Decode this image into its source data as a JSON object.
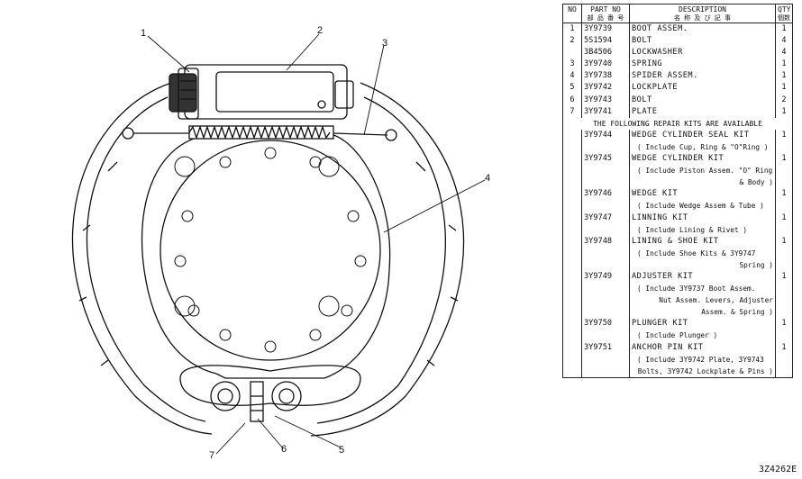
{
  "callouts": [
    "1",
    "2",
    "3",
    "4",
    "5",
    "6",
    "7"
  ],
  "table": {
    "header": {
      "no": "NO",
      "part_no": "PART NO",
      "part_no_sub": "部 品 番 号",
      "description": "DESCRIPTION",
      "description_sub": "名 称 及 び 記 事",
      "qty": "QTY",
      "qty_sub": "個数"
    },
    "parts": [
      {
        "no": "1",
        "part_no": "3Y9739",
        "desc": "BOOT ASSEM.",
        "qty": "1"
      },
      {
        "no": "2",
        "part_no": "5S1594",
        "desc": "BOLT",
        "qty": "4"
      },
      {
        "no": "",
        "part_no": "3B4506",
        "desc": "LOCKWASHER",
        "qty": "4"
      },
      {
        "no": "3",
        "part_no": "3Y9740",
        "desc": "SPRING",
        "qty": "1"
      },
      {
        "no": "4",
        "part_no": "3Y9738",
        "desc": "SPIDER ASSEM.",
        "qty": "1"
      },
      {
        "no": "5",
        "part_no": "3Y9742",
        "desc": "LOCKPLATE",
        "qty": "1"
      },
      {
        "no": "6",
        "part_no": "3Y9743",
        "desc": "BOLT",
        "qty": "2"
      },
      {
        "no": "7",
        "part_no": "3Y9741",
        "desc": "PLATE",
        "qty": "1"
      }
    ],
    "kits_banner": "THE FOLLOWING REPAIR KITS ARE AVAILABLE",
    "kits": [
      {
        "part_no": "3Y9744",
        "desc": "WEDGE CYLINDER SEAL KIT",
        "qty": "1",
        "notes": [
          "( Include Cup, Ring & \"O\"Ring )"
        ]
      },
      {
        "part_no": "3Y9745",
        "desc": "WEDGE CYLINDER KIT",
        "qty": "1",
        "notes": [
          "( Include Piston Assem. \"O\" Ring",
          "& Body )"
        ]
      },
      {
        "part_no": "3Y9746",
        "desc": "WEDGE KIT",
        "qty": "1",
        "notes": [
          "( Include Wedge Assem & Tube )"
        ]
      },
      {
        "part_no": "3Y9747",
        "desc": "LINNING KIT",
        "qty": "1",
        "notes": [
          "( Include Lining & Rivet )"
        ]
      },
      {
        "part_no": "3Y9748",
        "desc": "LINING & SHOE KIT",
        "qty": "1",
        "notes": [
          "( Include Shoe Kits & 3Y9747",
          "Spring )"
        ]
      },
      {
        "part_no": "3Y9749",
        "desc": "ADJUSTER KIT",
        "qty": "1",
        "notes": [
          "( Include 3Y9737 Boot Assem.",
          "Nut Assem. Levers, Adjuster",
          "Assem. & Spring )"
        ]
      },
      {
        "part_no": "3Y9750",
        "desc": "PLUNGER KIT",
        "qty": "1",
        "notes": [
          "( Include Plunger )"
        ]
      },
      {
        "part_no": "3Y9751",
        "desc": "ANCHOR PIN KIT",
        "qty": "1",
        "notes": [
          "( Include 3Y9742 Plate, 3Y9743",
          "Bolts, 3Y9742 Lockplate & Pins )"
        ]
      }
    ]
  },
  "figure_code": "3Z4262E"
}
